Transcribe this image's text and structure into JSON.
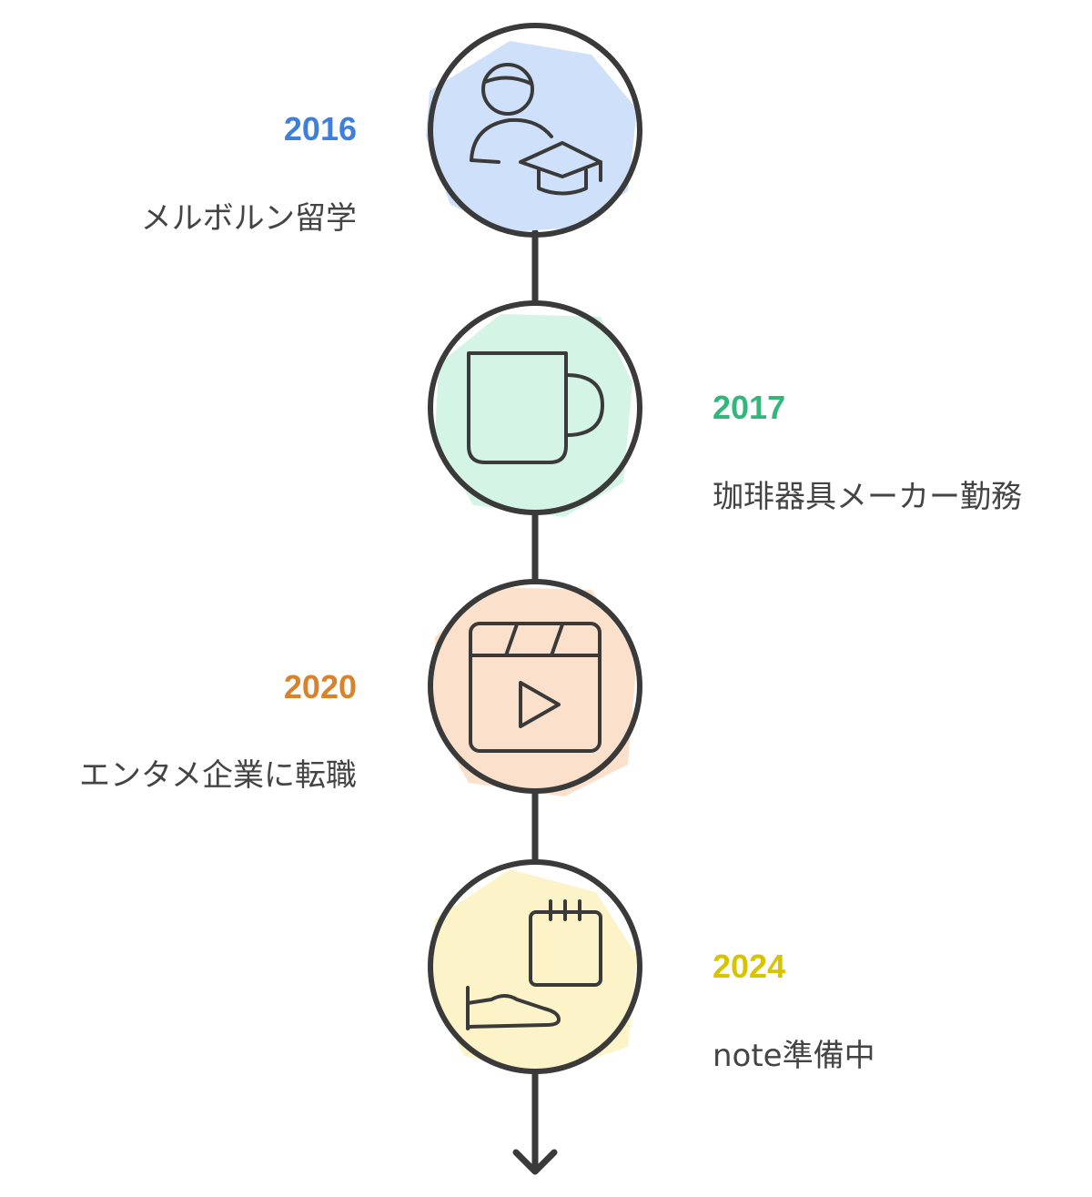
{
  "events": [
    {
      "year": "2016",
      "description": "メルボルン留学",
      "icon": "student-graduation-cap-icon",
      "color": "#3f7fdc",
      "fill": "#cfe0fb"
    },
    {
      "year": "2017",
      "description": "珈琲器具メーカー勤務",
      "icon": "coffee-mug-icon",
      "color": "#2fb87a",
      "fill": "#d4f4e5"
    },
    {
      "year": "2020",
      "description": "エンタメ企業に転職",
      "icon": "video-clapperboard-play-icon",
      "color": "#d9822b",
      "fill": "#fbe0cc"
    },
    {
      "year": "2024",
      "description": "note準備中",
      "icon": "calendar-hand-icon",
      "color": "#d8c300",
      "fill": "#fcf3c8"
    }
  ],
  "colors": {
    "stroke": "#3a3a3a",
    "text": "#444444"
  }
}
